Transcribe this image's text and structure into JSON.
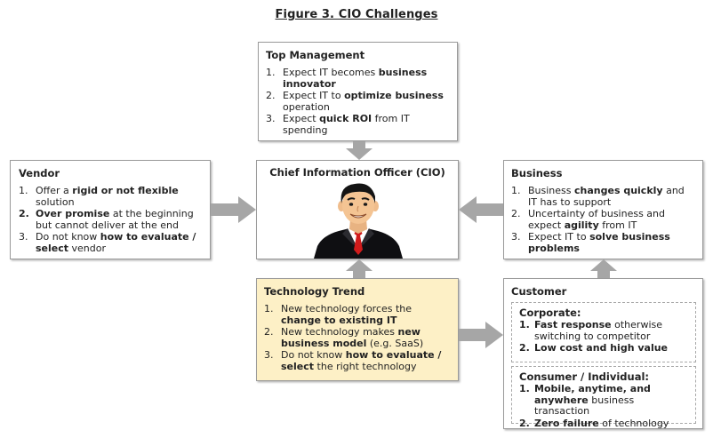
{
  "figure_title": "Figure 3. CIO Challenges",
  "cio": {
    "title": "Chief Information Officer (CIO)"
  },
  "top_management": {
    "title": "Top Management",
    "items": [
      {
        "num": "1.",
        "parts": [
          {
            "t": "Expect IT becomes "
          },
          {
            "t": "business innovator",
            "b": true
          }
        ]
      },
      {
        "num": "2.",
        "parts": [
          {
            "t": "Expect IT to "
          },
          {
            "t": "optimize business",
            "b": true
          },
          {
            "t": " operation"
          }
        ]
      },
      {
        "num": "3.",
        "parts": [
          {
            "t": "Expect "
          },
          {
            "t": "quick ROI",
            "b": true
          },
          {
            "t": " from IT spending"
          }
        ]
      }
    ]
  },
  "vendor": {
    "title": "Vendor",
    "items": [
      {
        "num": "1.",
        "parts": [
          {
            "t": "Offer a "
          },
          {
            "t": "rigid or not flexible",
            "b": true
          },
          {
            "t": " solution"
          }
        ]
      },
      {
        "num": "2.",
        "num_bold": true,
        "parts": [
          {
            "t": "Over promise",
            "b": true
          },
          {
            "t": " at the beginning but cannot deliver at the end"
          }
        ]
      },
      {
        "num": "3.",
        "parts": [
          {
            "t": "Do not know "
          },
          {
            "t": "how to evaluate / select",
            "b": true
          },
          {
            "t": " vendor"
          }
        ]
      }
    ]
  },
  "business": {
    "title": "Business",
    "items": [
      {
        "num": "1.",
        "parts": [
          {
            "t": "Business "
          },
          {
            "t": "changes quickly",
            "b": true
          },
          {
            "t": " and IT has to support"
          }
        ]
      },
      {
        "num": "2.",
        "parts": [
          {
            "t": "Uncertainty of business and expect "
          },
          {
            "t": "agility",
            "b": true
          },
          {
            "t": " from IT"
          }
        ]
      },
      {
        "num": "3.",
        "parts": [
          {
            "t": "Expect IT to "
          },
          {
            "t": "solve business problems",
            "b": true
          }
        ]
      }
    ]
  },
  "technology_trend": {
    "title": "Technology Trend",
    "bg_color": "#fdf0c6",
    "items": [
      {
        "num": "1.",
        "parts": [
          {
            "t": "New technology forces the "
          },
          {
            "t": "change to existing IT",
            "b": true
          }
        ]
      },
      {
        "num": "2.",
        "parts": [
          {
            "t": "New technology makes "
          },
          {
            "t": "new business model",
            "b": true
          },
          {
            "t": " (e.g. SaaS)"
          }
        ]
      },
      {
        "num": "3.",
        "parts": [
          {
            "t": "Do not know "
          },
          {
            "t": "how to evaluate / select",
            "b": true
          },
          {
            "t": " the right technology"
          }
        ]
      }
    ]
  },
  "customer": {
    "title": "Customer",
    "corporate": {
      "title": "Corporate:",
      "items": [
        {
          "num": "1.",
          "num_bold": true,
          "parts": [
            {
              "t": "Fast response",
              "b": true
            },
            {
              "t": " otherwise switching to competitor"
            }
          ]
        },
        {
          "num": "2.",
          "num_bold": true,
          "parts": [
            {
              "t": "Low cost and high value",
              "b": true
            }
          ]
        }
      ]
    },
    "consumer": {
      "title": "Consumer / Individual:",
      "items": [
        {
          "num": "1.",
          "num_bold": true,
          "parts": [
            {
              "t": "Mobile, anytime, and anywhere",
              "b": true
            },
            {
              "t": " business transaction"
            }
          ]
        },
        {
          "num": "2.",
          "num_bold": true,
          "parts": [
            {
              "t": "Zero failure",
              "b": true
            },
            {
              "t": " of technology"
            }
          ]
        }
      ]
    }
  },
  "colors": {
    "arrow": "#a6a6a6",
    "border": "#9a9a9a",
    "highlight_bg": "#fdf0c6"
  }
}
